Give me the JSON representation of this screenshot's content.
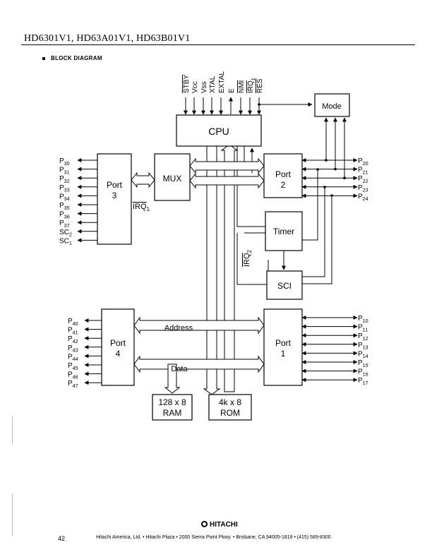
{
  "page": {
    "title": "HD6301V1, HD63A01V1, HD63B01V1",
    "section_label": "BLOCK DIAGRAM",
    "page_number": "42",
    "footer_brand": "HITACHI",
    "footer_address": "Hitachi America, Ltd. • Hitachi Plaza • 2000 Sierra Point Pkwy. • Brisbane, CA 94005-1819 • (415) 589-8300"
  },
  "diagram": {
    "top_signals": [
      {
        "main": "STBY",
        "sub": "",
        "overline": true
      },
      {
        "main": "Vcc",
        "sub": "",
        "overline": false
      },
      {
        "main": "Vss",
        "sub": "",
        "overline": false
      },
      {
        "main": "XTAL",
        "sub": "",
        "overline": false
      },
      {
        "main": "EXTAL",
        "sub": "",
        "overline": false
      },
      {
        "main": "E",
        "sub": "",
        "overline": false
      },
      {
        "main": "NMI",
        "sub": "",
        "overline": true
      },
      {
        "main": "IRQ",
        "sub": "1",
        "overline": true
      },
      {
        "main": "RES",
        "sub": "",
        "overline": true
      }
    ],
    "blocks": {
      "mode": "Mode",
      "cpu": "CPU",
      "mux": "MUX",
      "port3": [
        "Port",
        "3"
      ],
      "port2": [
        "Port",
        "2"
      ],
      "timer": "Timer",
      "sci": "SCI",
      "port4": [
        "Port",
        "4"
      ],
      "port1": [
        "Port",
        "1"
      ],
      "ram": [
        "128 x 8",
        "RAM"
      ],
      "rom": [
        "4k x 8",
        "ROM"
      ]
    },
    "bus_labels": {
      "address": "Address",
      "data": "Data",
      "irq1": {
        "main": "IRQ",
        "sub": "1"
      },
      "irq2": {
        "main": "IRQ",
        "sub": "2"
      }
    },
    "port3_pins": [
      {
        "p": "P",
        "s": "30"
      },
      {
        "p": "P",
        "s": "31"
      },
      {
        "p": "P",
        "s": "32"
      },
      {
        "p": "P",
        "s": "33"
      },
      {
        "p": "P",
        "s": "34"
      },
      {
        "p": "P",
        "s": "35"
      },
      {
        "p": "P",
        "s": "36"
      },
      {
        "p": "P",
        "s": "37"
      },
      {
        "p": "SC",
        "s": "2"
      },
      {
        "p": "SC",
        "s": "1"
      }
    ],
    "port2_pins": [
      {
        "p": "P",
        "s": "20"
      },
      {
        "p": "P",
        "s": "21"
      },
      {
        "p": "P",
        "s": "22"
      },
      {
        "p": "P",
        "s": "23"
      },
      {
        "p": "P",
        "s": "24"
      }
    ],
    "port4_pins": [
      {
        "p": "P",
        "s": "40"
      },
      {
        "p": "P",
        "s": "41"
      },
      {
        "p": "P",
        "s": "42"
      },
      {
        "p": "P",
        "s": "43"
      },
      {
        "p": "P",
        "s": "44"
      },
      {
        "p": "P",
        "s": "45"
      },
      {
        "p": "P",
        "s": "46"
      },
      {
        "p": "P",
        "s": "47"
      }
    ],
    "port1_pins": [
      {
        "p": "P",
        "s": "10"
      },
      {
        "p": "P",
        "s": "11"
      },
      {
        "p": "P",
        "s": "12"
      },
      {
        "p": "P",
        "s": "13"
      },
      {
        "p": "P",
        "s": "14"
      },
      {
        "p": "P",
        "s": "15"
      },
      {
        "p": "P",
        "s": "16"
      },
      {
        "p": "P",
        "s": "17"
      }
    ]
  }
}
